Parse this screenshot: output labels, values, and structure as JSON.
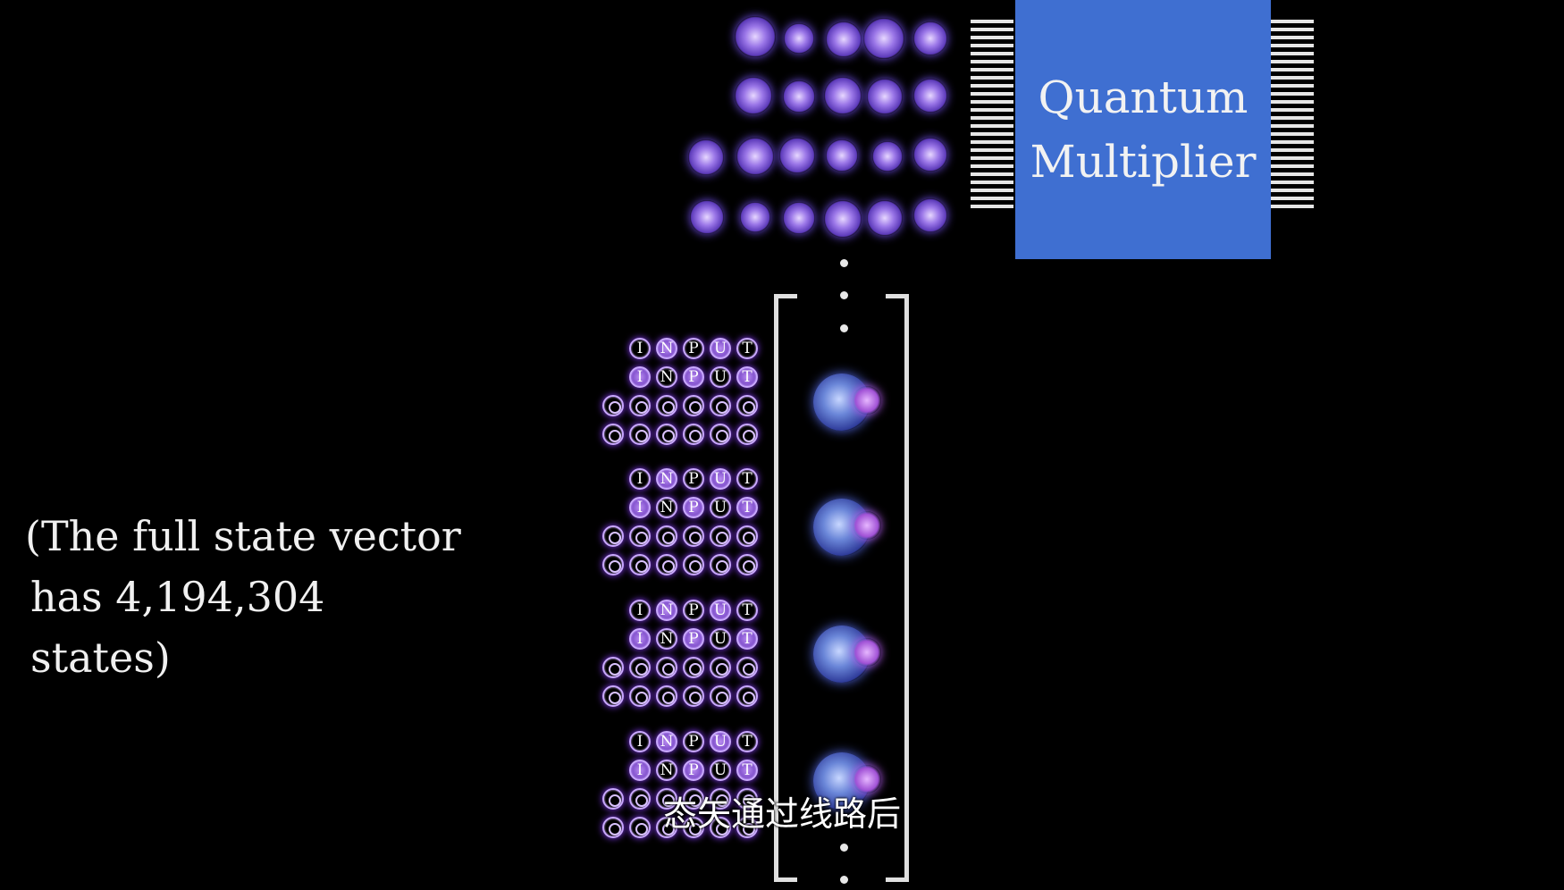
{
  "multiplier": {
    "line1": "Quantum",
    "line2": "Multiplier"
  },
  "note": {
    "line1": "(The full state vector",
    "line2": "has 4,194,304 states)"
  },
  "subtitle": "态矢通过线路后",
  "register_letters": [
    "I",
    "N",
    "P",
    "U",
    "T"
  ],
  "colors": {
    "chip": "#3f6fd1",
    "glow": "#8a3cff",
    "state": "#6a86d8",
    "background": "#000000"
  }
}
